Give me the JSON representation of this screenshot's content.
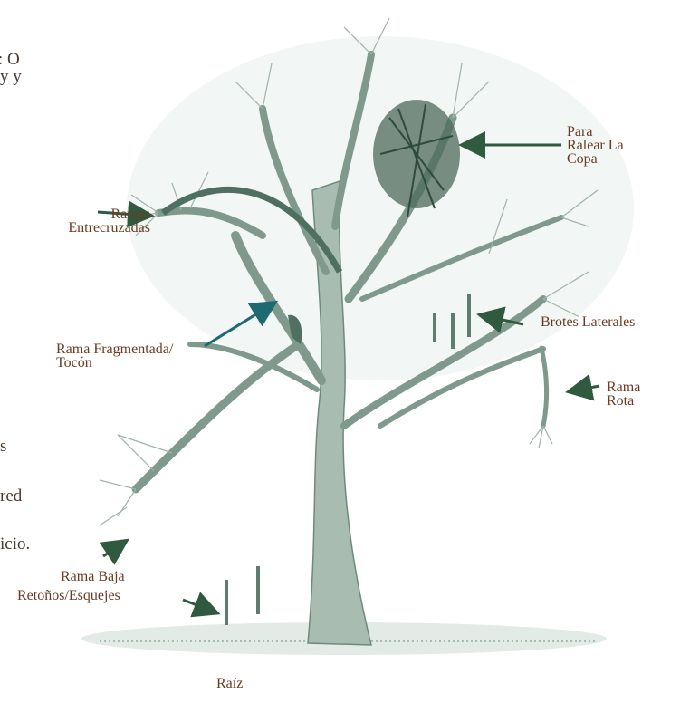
{
  "labels": {
    "ralear": [
      "Para",
      "Ralear La",
      "Copa"
    ],
    "entrecruzadas": [
      "Ramas",
      "Entrecruzadas"
    ],
    "fragmentada": [
      "Rama Fragmentada/",
      "Tocón"
    ],
    "brotes": "Brotes Laterales",
    "rota": [
      "Rama",
      "Rota"
    ],
    "baja": "Rama Baja",
    "retonos": "Retoños/Esquejes",
    "raiz": "Raíz"
  },
  "cut_text": {
    "line1": ": O",
    "line2": "y y",
    "line3": "s",
    "line4": "red",
    "line5": "icio."
  },
  "colors": {
    "tree": "#7f9a8d",
    "arrow_green": "#2f5a40",
    "arrow_teal": "#1f6a72",
    "label": "#6b3a22"
  }
}
